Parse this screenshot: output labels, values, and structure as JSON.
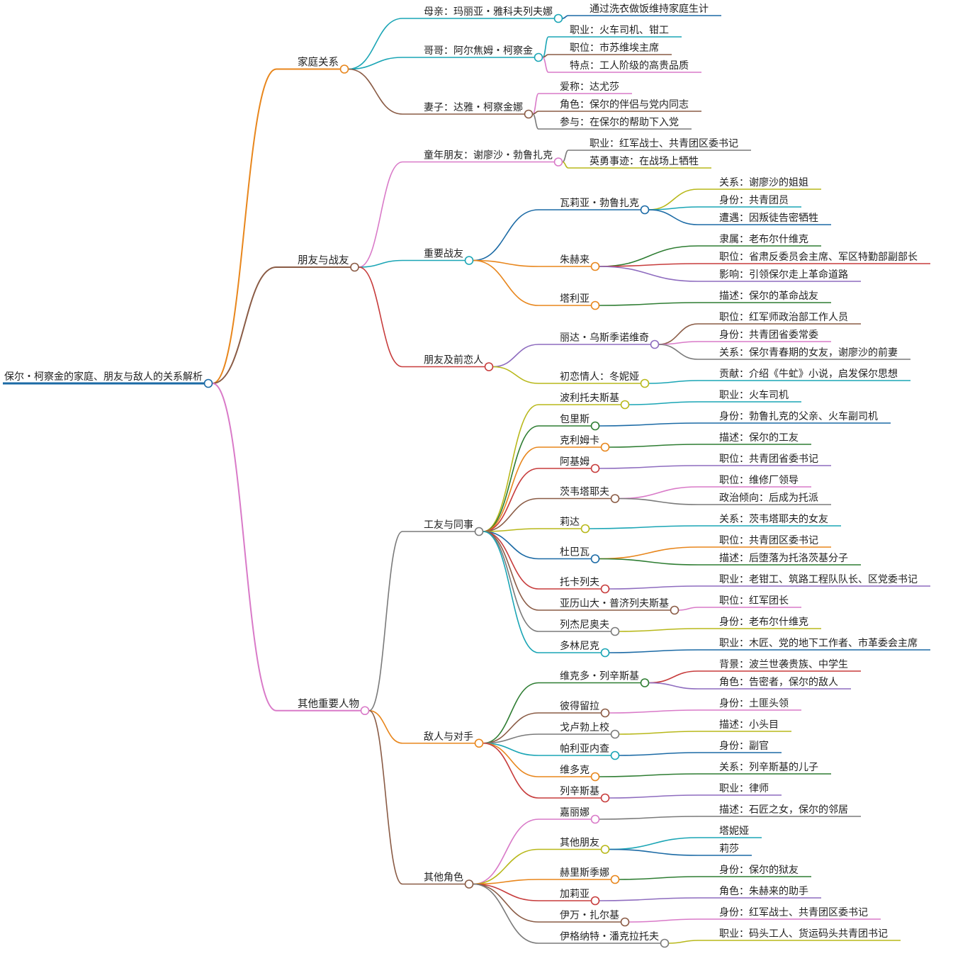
{
  "palette": [
    "#1aa5b5",
    "#e8861c",
    "#8a5b45",
    "#d97ac8",
    "#2e7d32",
    "#1b6aa5",
    "#c73c3c",
    "#8e6cbf",
    "#b8b81a",
    "#7a7a7a"
  ],
  "mindmap": {
    "root": "保尔・柯察金的家庭、朋友与敌人的关系解析",
    "root_color": "#1b6aa5",
    "branches": [
      {
        "label": "家庭关系",
        "color": "#e8861c",
        "children": [
          {
            "label": "母亲：玛丽亚・雅科夫列夫娜",
            "color": "#1aa5b5",
            "children": [
              {
                "label": "通过洗衣做饭维持家庭生计",
                "color": "#1b6aa5"
              }
            ]
          },
          {
            "label": "哥哥：阿尔焦姆・柯察金",
            "color": "#1aa5b5",
            "children": [
              {
                "label": "职业：火车司机、钳工",
                "color": "#1aa5b5"
              },
              {
                "label": "职位：市苏维埃主席",
                "color": "#8a5b45"
              },
              {
                "label": "特点：工人阶级的高贵品质",
                "color": "#d97ac8"
              }
            ]
          },
          {
            "label": "妻子：达雅・柯察金娜",
            "color": "#8a5b45",
            "children": [
              {
                "label": "爱称：达尤莎",
                "color": "#d97ac8"
              },
              {
                "label": "角色：保尔的伴侣与党内同志",
                "color": "#8a5b45"
              },
              {
                "label": "参与：在保尔的帮助下入党",
                "color": "#7a7a7a"
              }
            ]
          }
        ]
      },
      {
        "label": "朋友与战友",
        "color": "#8a5b45",
        "children": [
          {
            "label": "童年朋友：谢廖沙・勃鲁扎克",
            "color": "#d97ac8",
            "children": [
              {
                "label": "职业：红军战士、共青团区委书记",
                "color": "#7a7a7a"
              },
              {
                "label": "英勇事迹：在战场上牺牲",
                "color": "#b8b81a"
              }
            ]
          },
          {
            "label": "重要战友",
            "color": "#1aa5b5",
            "children": [
              {
                "label": "瓦莉亚・勃鲁扎克",
                "color": "#1b6aa5",
                "children": [
                  {
                    "label": "关系：谢廖沙的姐姐",
                    "color": "#b8b81a"
                  },
                  {
                    "label": "身份：共青团员",
                    "color": "#1aa5b5"
                  },
                  {
                    "label": "遭遇：因叛徒告密牺牲",
                    "color": "#1b6aa5"
                  }
                ]
              },
              {
                "label": "朱赫来",
                "color": "#e8861c",
                "children": [
                  {
                    "label": "隶属：老布尔什维克",
                    "color": "#2e7d32"
                  },
                  {
                    "label": "职位：省肃反委员会主席、军区特勤部副部长",
                    "color": "#c73c3c"
                  },
                  {
                    "label": "影响：引领保尔走上革命道路",
                    "color": "#8e6cbf"
                  }
                ]
              },
              {
                "label": "塔利亚",
                "color": "#e8861c",
                "children": [
                  {
                    "label": "描述：保尔的革命战友",
                    "color": "#2e7d32"
                  }
                ]
              }
            ]
          },
          {
            "label": "朋友及前恋人",
            "color": "#c73c3c",
            "children": [
              {
                "label": "丽达・乌斯季诺维奇",
                "color": "#8e6cbf",
                "children": [
                  {
                    "label": "职位：红军师政治部工作人员",
                    "color": "#8a5b45"
                  },
                  {
                    "label": "身份：共青团省委常委",
                    "color": "#d97ac8"
                  },
                  {
                    "label": "关系：保尔青春期的女友，谢廖沙的前妻",
                    "color": "#7a7a7a"
                  }
                ]
              },
              {
                "label": "初恋情人：冬妮娅",
                "color": "#b8b81a",
                "children": [
                  {
                    "label": "贡献：介绍《牛虻》小说，启发保尔思想",
                    "color": "#1aa5b5"
                  }
                ]
              }
            ]
          }
        ]
      },
      {
        "label": "其他重要人物",
        "color": "#d97ac8",
        "children": [
          {
            "label": "工友与同事",
            "color": "#7a7a7a",
            "children": [
              {
                "label": "波利托夫斯基",
                "color": "#b8b81a",
                "children": [
                  {
                    "label": "职业：火车司机",
                    "color": "#1aa5b5"
                  }
                ]
              },
              {
                "label": "包里斯",
                "color": "#2e7d32",
                "children": [
                  {
                    "label": "身份：勃鲁扎克的父亲、火车副司机",
                    "color": "#1b6aa5"
                  }
                ]
              },
              {
                "label": "克利姆卡",
                "color": "#e8861c",
                "children": [
                  {
                    "label": "描述：保尔的工友",
                    "color": "#2e7d32"
                  }
                ]
              },
              {
                "label": "阿基姆",
                "color": "#c73c3c",
                "children": [
                  {
                    "label": "职位：共青团省委书记",
                    "color": "#8e6cbf"
                  }
                ]
              },
              {
                "label": "茨韦塔耶夫",
                "color": "#8a5b45",
                "children": [
                  {
                    "label": "职位：维修厂领导",
                    "color": "#d97ac8"
                  },
                  {
                    "label": "政治倾向：后成为托派",
                    "color": "#7a7a7a"
                  }
                ]
              },
              {
                "label": "莉达",
                "color": "#b8b81a",
                "children": [
                  {
                    "label": "关系：茨韦塔耶夫的女友",
                    "color": "#1aa5b5"
                  }
                ]
              },
              {
                "label": "杜巴瓦",
                "color": "#1b6aa5",
                "children": [
                  {
                    "label": "职位：共青团区委书记",
                    "color": "#e8861c"
                  },
                  {
                    "label": "描述：后堕落为托洛茨基分子",
                    "color": "#2e7d32"
                  }
                ]
              },
              {
                "label": "托卡列夫",
                "color": "#c73c3c",
                "children": [
                  {
                    "label": "职业：老钳工、筑路工程队队长、区党委书记",
                    "color": "#8e6cbf"
                  }
                ]
              },
              {
                "label": "亚历山大・普济列夫斯基",
                "color": "#8a5b45",
                "children": [
                  {
                    "label": "职位：红军团长",
                    "color": "#d97ac8"
                  }
                ]
              },
              {
                "label": "列杰尼奥夫",
                "color": "#7a7a7a",
                "children": [
                  {
                    "label": "身份：老布尔什维克",
                    "color": "#b8b81a"
                  }
                ]
              },
              {
                "label": "多林尼克",
                "color": "#1aa5b5",
                "children": [
                  {
                    "label": "职业：木匠、党的地下工作者、市革委会主席",
                    "color": "#1b6aa5"
                  }
                ]
              }
            ]
          },
          {
            "label": "敌人与对手",
            "color": "#e8861c",
            "children": [
              {
                "label": "维克多・列辛斯基",
                "color": "#2e7d32",
                "children": [
                  {
                    "label": "背景：波兰世袭贵族、中学生",
                    "color": "#c73c3c"
                  },
                  {
                    "label": "角色：告密者，保尔的敌人",
                    "color": "#8e6cbf"
                  }
                ]
              },
              {
                "label": "彼得留拉",
                "color": "#8a5b45",
                "children": [
                  {
                    "label": "身份：土匪头领",
                    "color": "#d97ac8"
                  }
                ]
              },
              {
                "label": "戈卢勃上校",
                "color": "#7a7a7a",
                "children": [
                  {
                    "label": "描述：小头目",
                    "color": "#b8b81a"
                  }
                ]
              },
              {
                "label": "帕利亚内查",
                "color": "#1aa5b5",
                "children": [
                  {
                    "label": "身份：副官",
                    "color": "#1b6aa5"
                  }
                ]
              },
              {
                "label": "维多克",
                "color": "#e8861c",
                "children": [
                  {
                    "label": "关系：列辛斯基的儿子",
                    "color": "#2e7d32"
                  }
                ]
              },
              {
                "label": "列辛斯基",
                "color": "#c73c3c",
                "children": [
                  {
                    "label": "职业：律师",
                    "color": "#8e6cbf"
                  }
                ]
              }
            ]
          },
          {
            "label": "其他角色",
            "color": "#8a5b45",
            "children": [
              {
                "label": "嘉丽娜",
                "color": "#d97ac8",
                "children": [
                  {
                    "label": "描述：石匠之女，保尔的邻居",
                    "color": "#7a7a7a"
                  }
                ]
              },
              {
                "label": "其他朋友",
                "color": "#b8b81a",
                "children": [
                  {
                    "label": "塔妮娅",
                    "color": "#1aa5b5"
                  },
                  {
                    "label": "莉莎",
                    "color": "#1b6aa5"
                  }
                ]
              },
              {
                "label": "赫里斯季娜",
                "color": "#e8861c",
                "children": [
                  {
                    "label": "身份：保尔的狱友",
                    "color": "#2e7d32"
                  }
                ]
              },
              {
                "label": "加莉亚",
                "color": "#c73c3c",
                "children": [
                  {
                    "label": "角色：朱赫来的助手",
                    "color": "#8e6cbf"
                  }
                ]
              },
              {
                "label": "伊万・扎尔基",
                "color": "#8a5b45",
                "children": [
                  {
                    "label": "身份：红军战士、共青团区委书记",
                    "color": "#d97ac8"
                  }
                ]
              },
              {
                "label": "伊格纳特・潘克拉托夫",
                "color": "#7a7a7a",
                "children": [
                  {
                    "label": "职业：码头工人、货运码头共青团书记",
                    "color": "#b8b81a"
                  }
                ]
              }
            ]
          }
        ]
      }
    ]
  }
}
